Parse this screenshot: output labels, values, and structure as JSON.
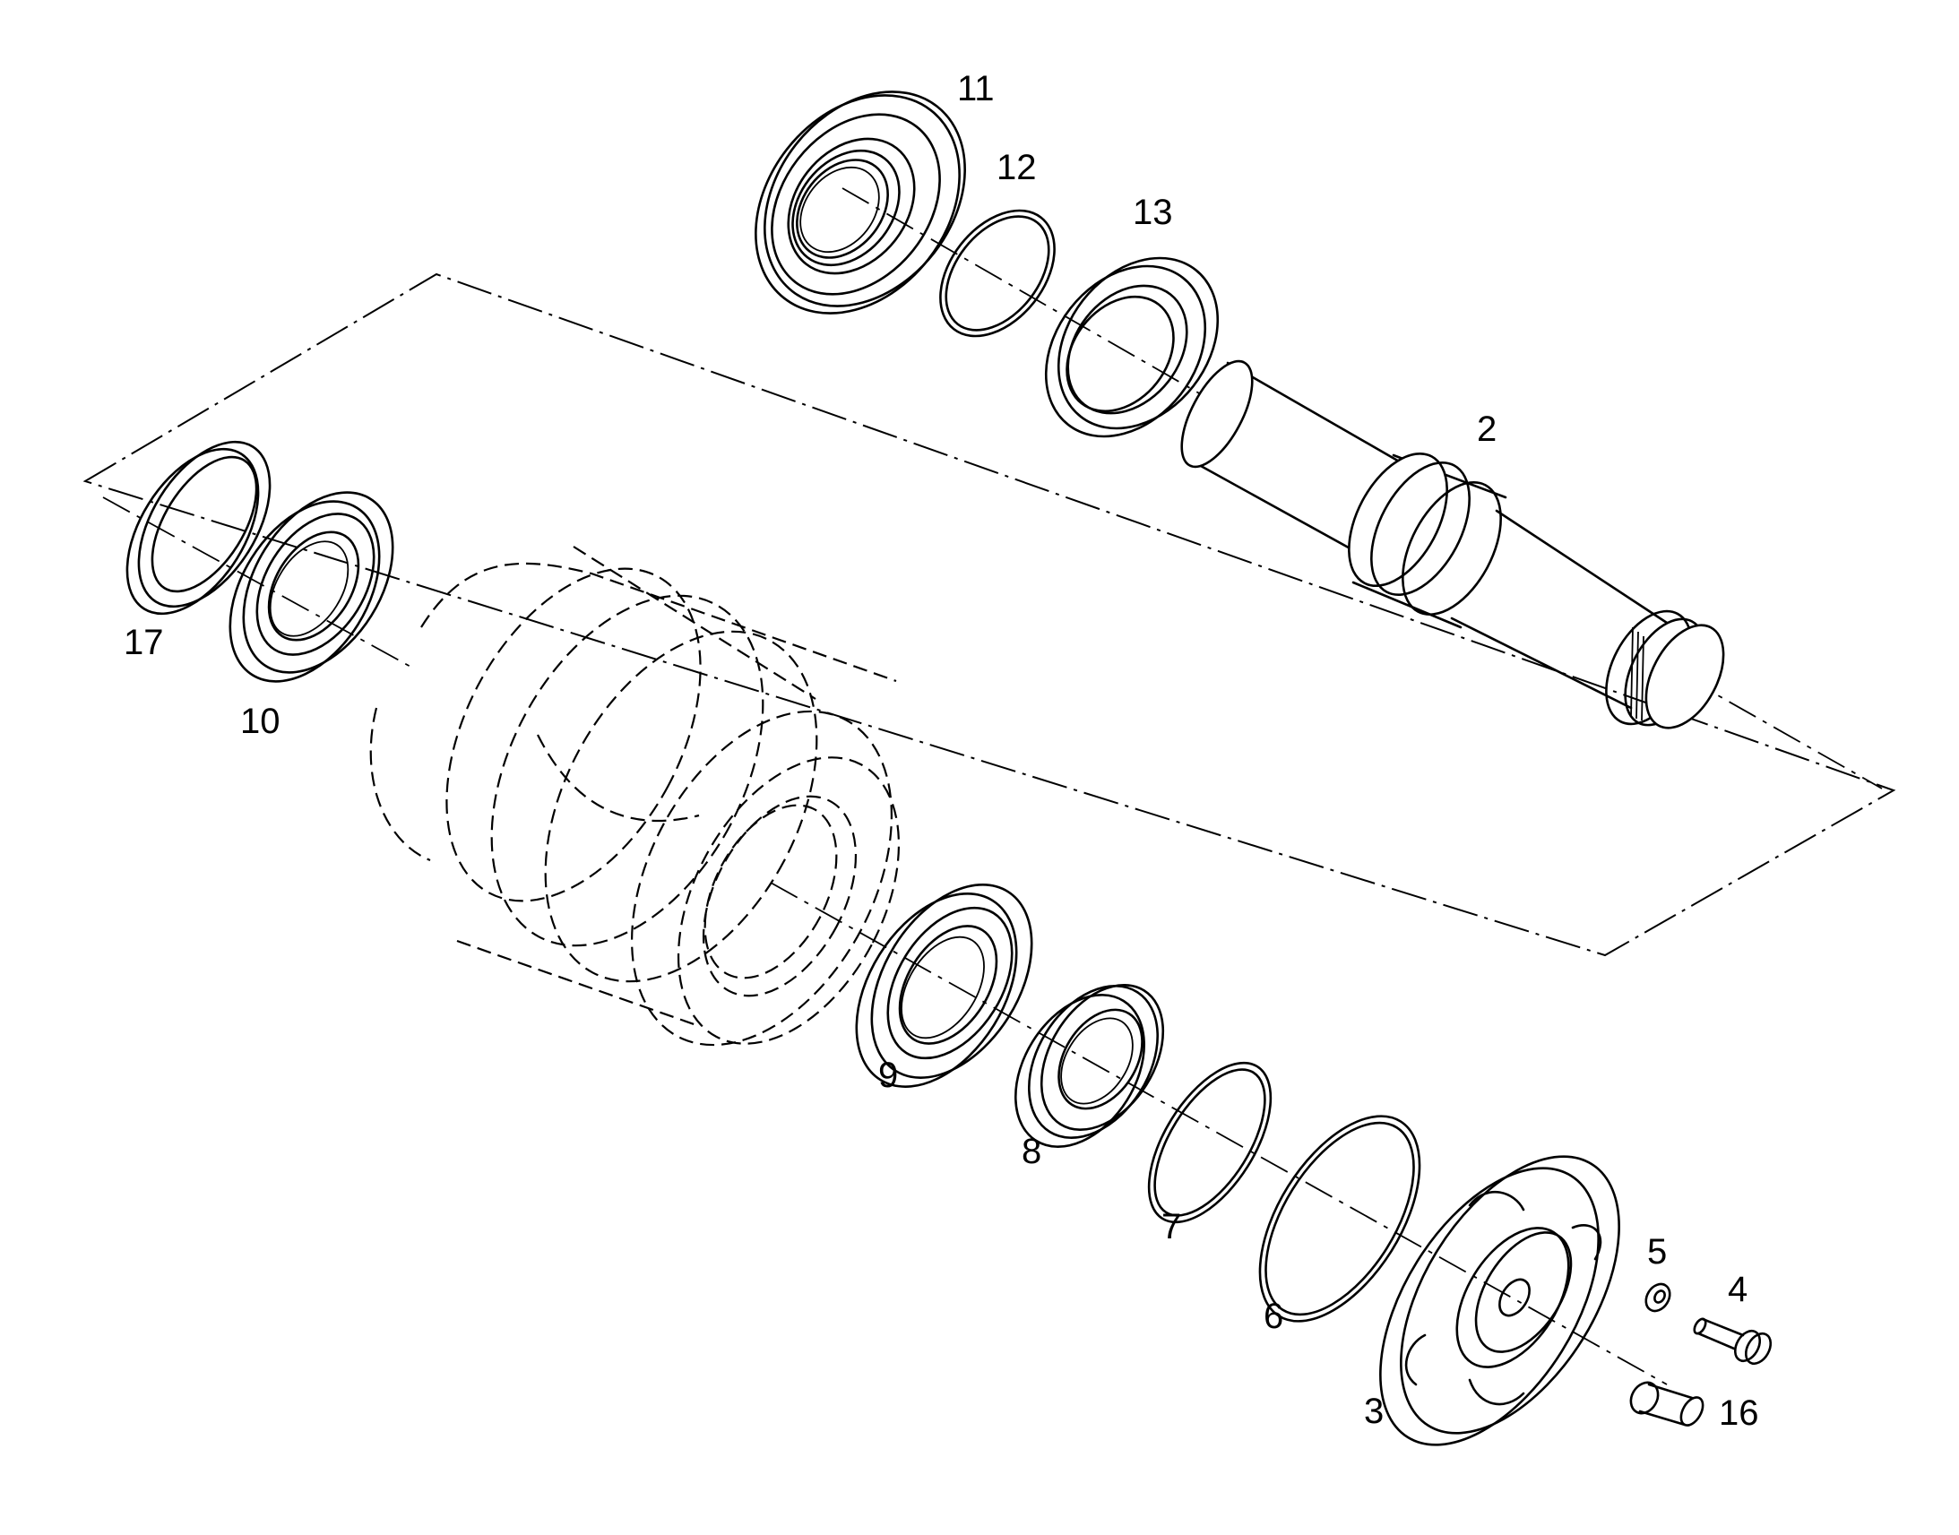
{
  "callouts": {
    "c2": "2",
    "c3": "3",
    "c4": "4",
    "c5": "5",
    "c6": "6",
    "c7": "7",
    "c8": "8",
    "c9": "9",
    "c10": "10",
    "c11": "11",
    "c12": "12",
    "c13": "13",
    "c16": "16",
    "c17": "17"
  }
}
